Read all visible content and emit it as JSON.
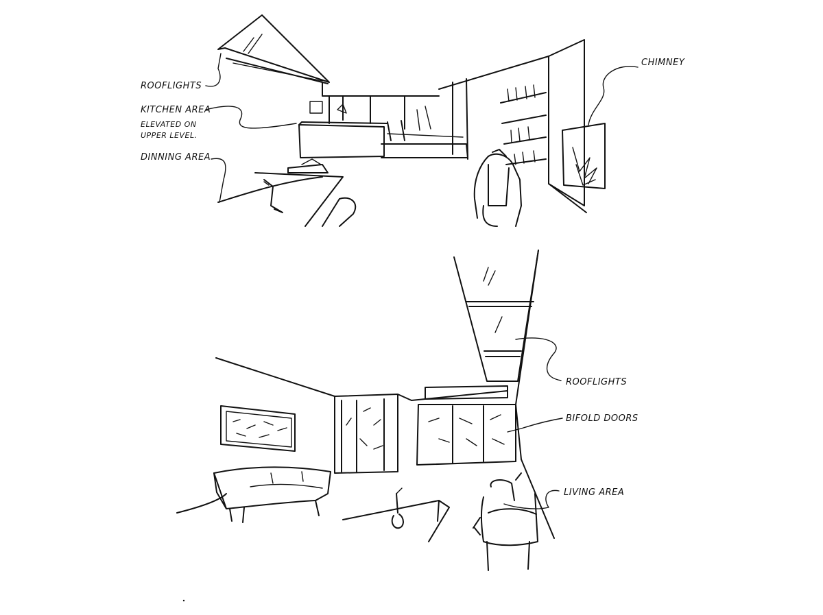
{
  "sketch_top": {
    "labels": {
      "rooflights": "Rooflights",
      "kitchen_line1": "Kitchen area",
      "kitchen_line2": "elevated on",
      "kitchen_line3": "upper level.",
      "dining": "Dinning area",
      "chimney": "Chimney"
    }
  },
  "sketch_bottom": {
    "labels": {
      "rooflights": "Rooflights",
      "bifold_doors": "Bifold doors",
      "living_area": "Living area"
    }
  },
  "colors": {
    "ink": "#111111",
    "paper": "#ffffff"
  }
}
